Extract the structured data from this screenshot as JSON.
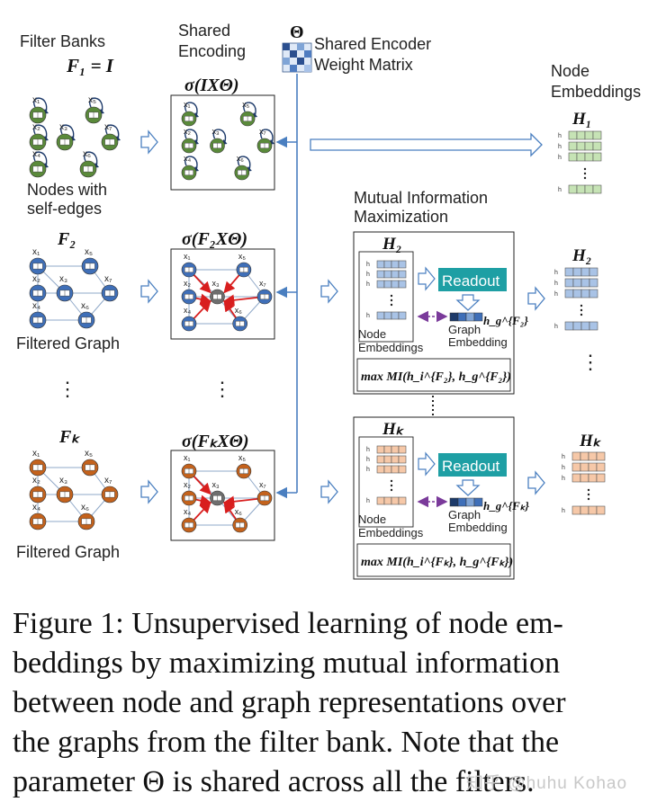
{
  "labels": {
    "filter_banks": "Filter Banks",
    "f1_eq": "F₁ = I",
    "shared_encoding_1": "Shared",
    "shared_encoding_2": "Encoding",
    "theta": "Θ",
    "shared_encoder_1": "Shared Encoder",
    "shared_encoder_2": "Weight Matrix",
    "node_embeddings_1": "Node",
    "node_embeddings_2": "Embeddings",
    "sigma_ixt": "σ(IXΘ)",
    "sigma_f2": "σ(F₂XΘ)",
    "sigma_fk": "σ(FₖXΘ)",
    "nodes_self_1": "Nodes with",
    "nodes_self_2": "self-edges",
    "f2": "F₂",
    "fk": "Fₖ",
    "filtered_graph": "Filtered Graph",
    "mi_1": "Mutual Information",
    "mi_2": "Maximization",
    "h1": "H₁",
    "h2": "H₂",
    "hk": "Hₖ",
    "readout": "Readout",
    "graph_emb_1": "Graph",
    "graph_emb_2": "Embedding",
    "hg2": "h_g^{F₂}",
    "hgk": "h_g^{Fₖ}",
    "max_mi_2": "max MI(h_i^{F₂}, h_g^{F₂})",
    "max_mi_k": "max MI(h_i^{Fₖ}, h_g^{Fₖ})",
    "vdots": "⋮"
  },
  "node_labels": [
    "x₁",
    "x₂",
    "x₃",
    "x₄",
    "x₅",
    "x₆",
    "x₇"
  ],
  "caption_lines": [
    "Figure 1: Unsupervised learning of node em-",
    "beddings by maximizing mutual information",
    "between node and graph representations over",
    "the graphs from the filter bank. Note that the",
    "parameter Θ is shared across all the filters."
  ],
  "watermark": "知乎 @huhu Kohao",
  "colors": {
    "green": "#5a8a3a",
    "blue": "#3f6fb8",
    "orange": "#c4621c",
    "readout": "#1e9fa4",
    "light_green": "#c6e3b5",
    "light_blue": "#a9c3e6",
    "light_orange": "#f6c8a8",
    "encoder_line": "#4a7fc0",
    "red": "#d81e1e",
    "purple": "#7a3a9a"
  }
}
